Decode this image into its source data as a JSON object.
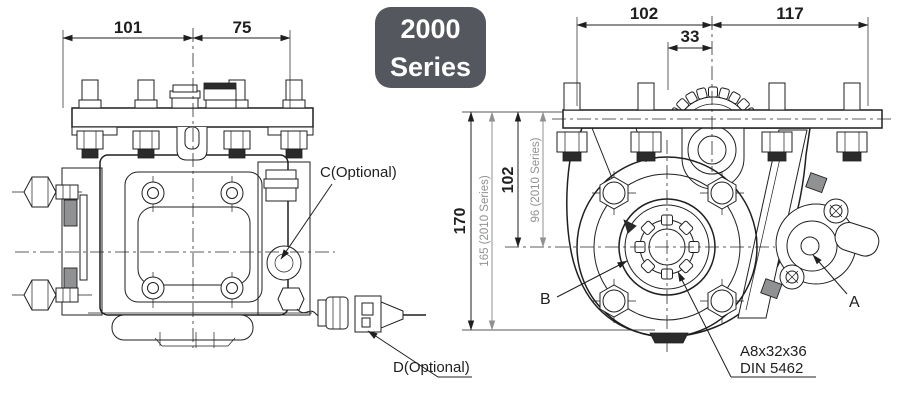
{
  "title_badge": {
    "line1": "2000",
    "line2": "Series"
  },
  "colors": {
    "badge_bg": "#54575d",
    "badge_text": "#ffffff",
    "line": "#1f1f1f",
    "secondary_dim": "#8f9193",
    "background": "#ffffff"
  },
  "left_view": {
    "dim_width_left": "101",
    "dim_width_right": "75",
    "label_c": "C(Optional)",
    "label_d": "D(Optional)"
  },
  "right_view": {
    "dim_top_left": "102",
    "dim_top_right": "117",
    "dim_offset": "33",
    "dim_height_total": "170",
    "dim_height_total_2010": "165 (2010 Series)",
    "dim_height_center": "102",
    "dim_height_center_2010": "96 (2010 Series)",
    "label_a": "A",
    "label_b": "B",
    "spline_spec_line1": "A8x32x36",
    "spline_spec_line2": "DIN 5462"
  }
}
